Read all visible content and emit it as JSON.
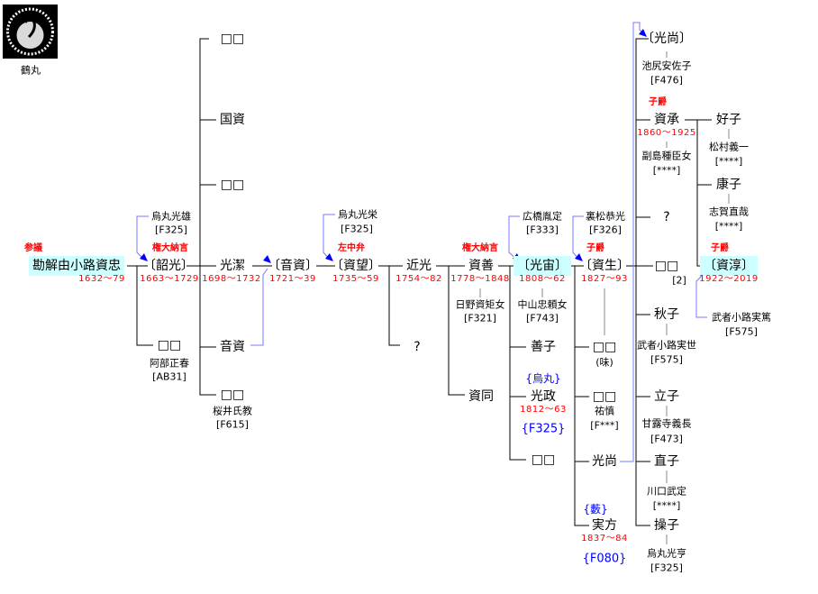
{
  "crest": {
    "label": "鶴丸"
  },
  "nodes": {
    "r_sangi": "参議",
    "sukitada": "勘解由小路資忠",
    "sukitada_y": "1632〜79",
    "mitsuo": "烏丸光雄",
    "mitsuo_f": "[F325]",
    "t_gon1": "権大納言",
    "tsugumitsu": "〔韶光〕",
    "tsugumitsu_y": "1663〜1729",
    "abe_child": "□□",
    "abe": "阿部正春",
    "abe_f": "[AB31]",
    "c1": "□□",
    "kunisuke": "国資",
    "c2": "□□",
    "mitsukiyo": "光潔",
    "mitsukiyo_y": "1698〜1732",
    "otosuke_b": "音資",
    "c3": "□□",
    "sakurai": "桜井氏教",
    "sakurai_f": "[F615]",
    "otosuke": "〔音資〕",
    "otosuke_y": "1721〜39",
    "mitsuhide": "烏丸光栄",
    "mitsuhide_f": "[F325]",
    "t_sachuben": "左中弁",
    "sukemochi": "〔資望〕",
    "sukemochi_y": "1735〜59",
    "chikamitsu": "近光",
    "chikamitsu_y": "1754〜82",
    "q1": "?",
    "t_gon2": "権大納言",
    "sukeyoshi": "資善",
    "sukeyoshi_y": "1778〜1848",
    "hino": "日野資矩女",
    "hino_f": "[F321]",
    "sukedo": "資同",
    "hirohashi": "広橋胤定",
    "hirohashi_f": "[F333]",
    "mitsuoki": "〔光宙〕",
    "mitsuoki_y": "1808〜62",
    "nakayama": "中山忠頼女",
    "nakayama_f": "[F743]",
    "yoshiko": "善子",
    "karasuma_tag": "{烏丸}",
    "mitsumasa": "光政",
    "mitsumasa_y": "1812〜63",
    "mitsumasa_f": "{F325}",
    "c4": "□□",
    "uramatsu": "裏松恭光",
    "uramatsu_f": "[F326]",
    "t_shishaku1": "子爵",
    "sukenari": "〔資生〕",
    "sukenari_y": "1827〜93",
    "c5": "□□",
    "c5_note": "(味)",
    "c6": "□□",
    "yushin": "祐慎",
    "yushin_f": "[F***]",
    "mitsunao_b": "光尚",
    "yabu_tag": "{藪}",
    "sanekata": "実方",
    "sanekata_y": "1837〜84",
    "sanekata_f": "{F080}",
    "mitsunao": "〔光尚〕",
    "ikejiri": "池尻安佐子",
    "ikejiri_f": "[F476]",
    "t_shishaku2": "子爵",
    "suketsugu": "資承",
    "suketsugu_y": "1860〜1925",
    "soejima": "副島種臣女",
    "soejima_f": "[****]",
    "q2": "?",
    "c7": "□□",
    "c7_note": "[2]",
    "akiko": "秋子",
    "saneyo": "武者小路実世",
    "saneyo_f": "[F575]",
    "tatsuko": "立子",
    "kanroji": "甘露寺義長",
    "kanroji_f": "[F473]",
    "naoko": "直子",
    "kawaguchi": "川口武定",
    "kawaguchi_f": "[****]",
    "misaoko": "操子",
    "mitsuyuki": "烏丸光亨",
    "mitsuyuki_f": "[F325]",
    "yoshiko2": "好子",
    "matsumura": "松村義一",
    "matsumura_f": "[****]",
    "yasuko": "康子",
    "shiga": "志賀直哉",
    "shiga_f": "[****]",
    "t_shishaku3": "子爵",
    "sukeatsu": "〔資淳〕",
    "sukeatsu_y": "1922〜2019",
    "saneatsu": "武者小路実篤",
    "saneatsu_f": "[F575]"
  }
}
